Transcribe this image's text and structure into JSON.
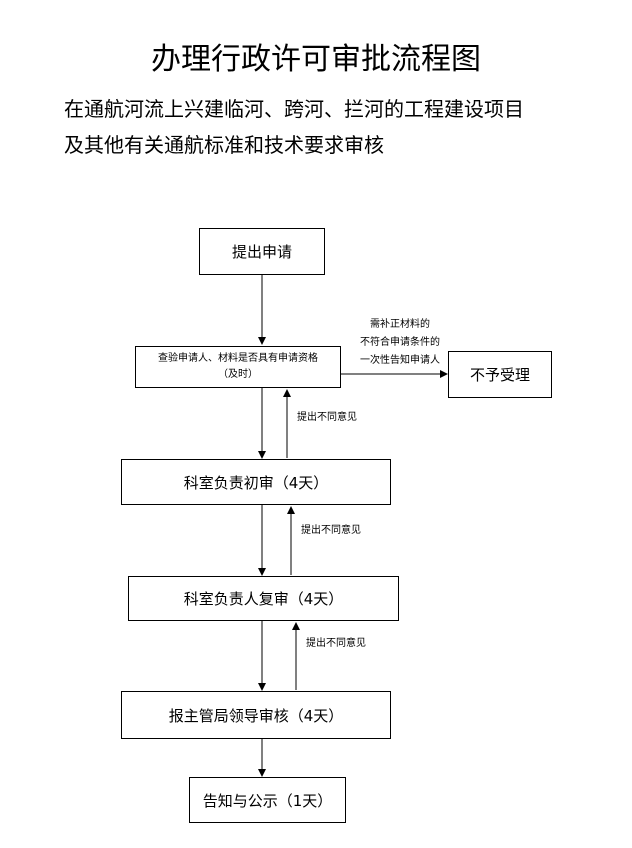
{
  "title": "办理行政许可审批流程图",
  "subtitle_lines": [
    "在通航河流上兴建临河、跨河、拦河的工程建设项目",
    "及其他有关通航标准和技术要求审核"
  ],
  "steps": {
    "apply": "提出申请",
    "review_line1": "查验申请人、材料是否具有申请资格",
    "review_line2": "（及时）",
    "reject": "不予受理",
    "initial": "科室负责初审（4天）",
    "second": "科室负责人复审（4天）",
    "leader": "报主管局领导审核（4天）",
    "notify": "告知与公示（1天）"
  },
  "notes": {
    "reject_line1": "需补正材料的",
    "reject_line2": "不符合申请条件的",
    "reject_line3": "一次性告知申请人",
    "disagree_1": "提出不同意见",
    "disagree_2": "提出不同意见",
    "disagree_3": "提出不同意见"
  }
}
